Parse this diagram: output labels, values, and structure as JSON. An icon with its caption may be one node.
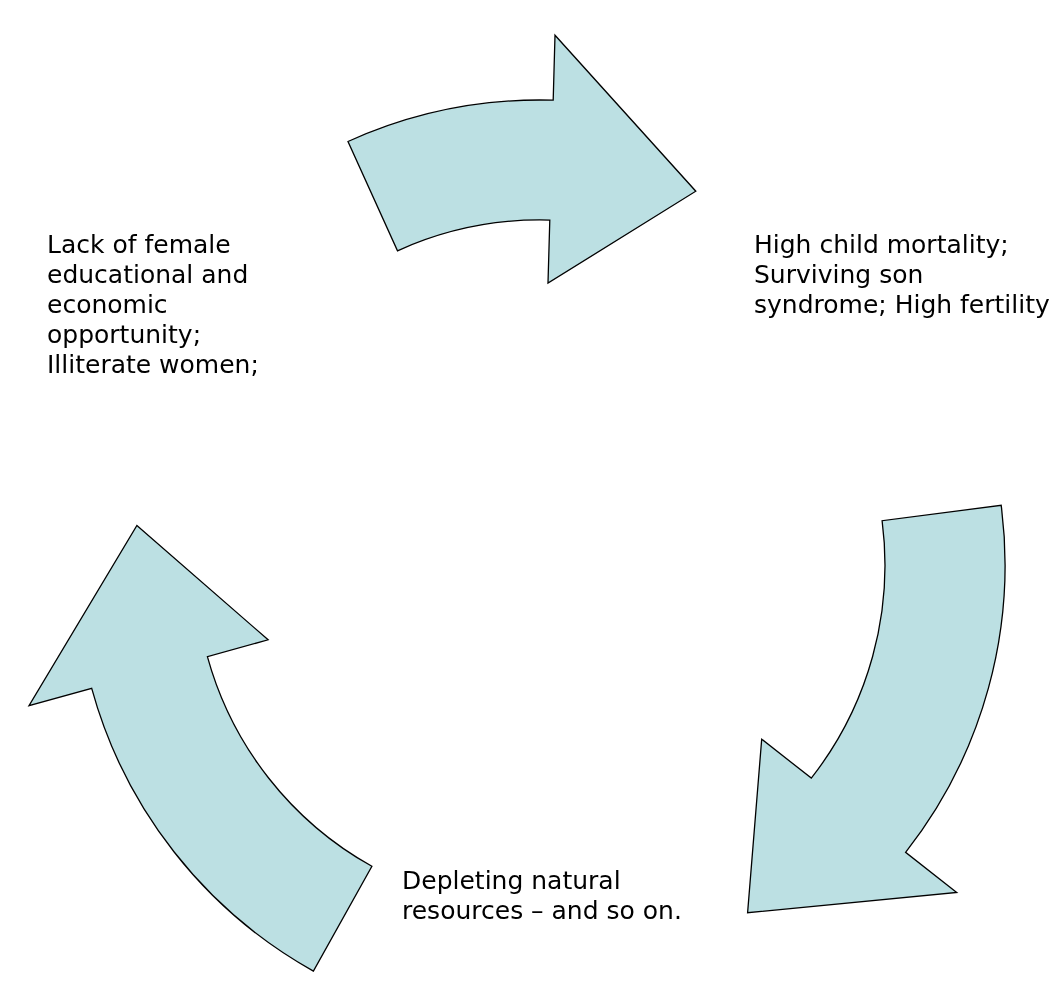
{
  "diagram": {
    "nodes": [
      {
        "text": [
          "Lack of female educational and economic opportunity; Illiterate women;"
        ]
      },
      {
        "text": [
          "High child mortality; Surviving son syndrome; High fertility"
        ]
      },
      {
        "text": [
          "Depleting natural resources – and so on."
        ]
      }
    ],
    "edges": [
      {
        "from": 0,
        "to": 1,
        "arrow": "to"
      },
      {
        "from": 1,
        "to": 2,
        "arrow": "to"
      },
      {
        "from": 2,
        "to": 0,
        "arrow": "to"
      }
    ]
  }
}
